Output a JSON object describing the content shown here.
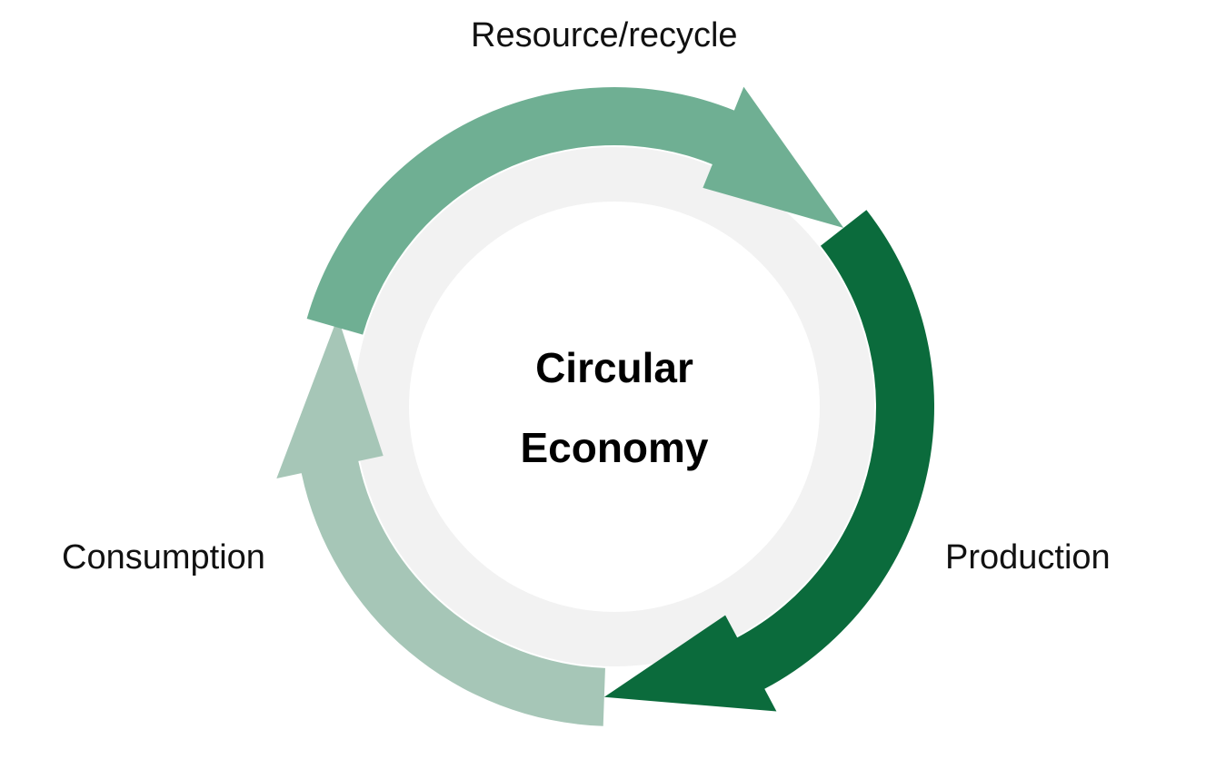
{
  "diagram": {
    "center": {
      "line1": "Circular",
      "line2": "Economy"
    },
    "stages": [
      {
        "id": "resource",
        "label": "Resource/recycle",
        "color": "#6FAF93"
      },
      {
        "id": "production",
        "label": "Production",
        "color": "#0B6B3C"
      },
      {
        "id": "consumption",
        "label": "Consumption",
        "color": "#A6C6B7"
      }
    ],
    "inner_ring_color": "#F2F2F2",
    "background": "#FFFFFF"
  }
}
